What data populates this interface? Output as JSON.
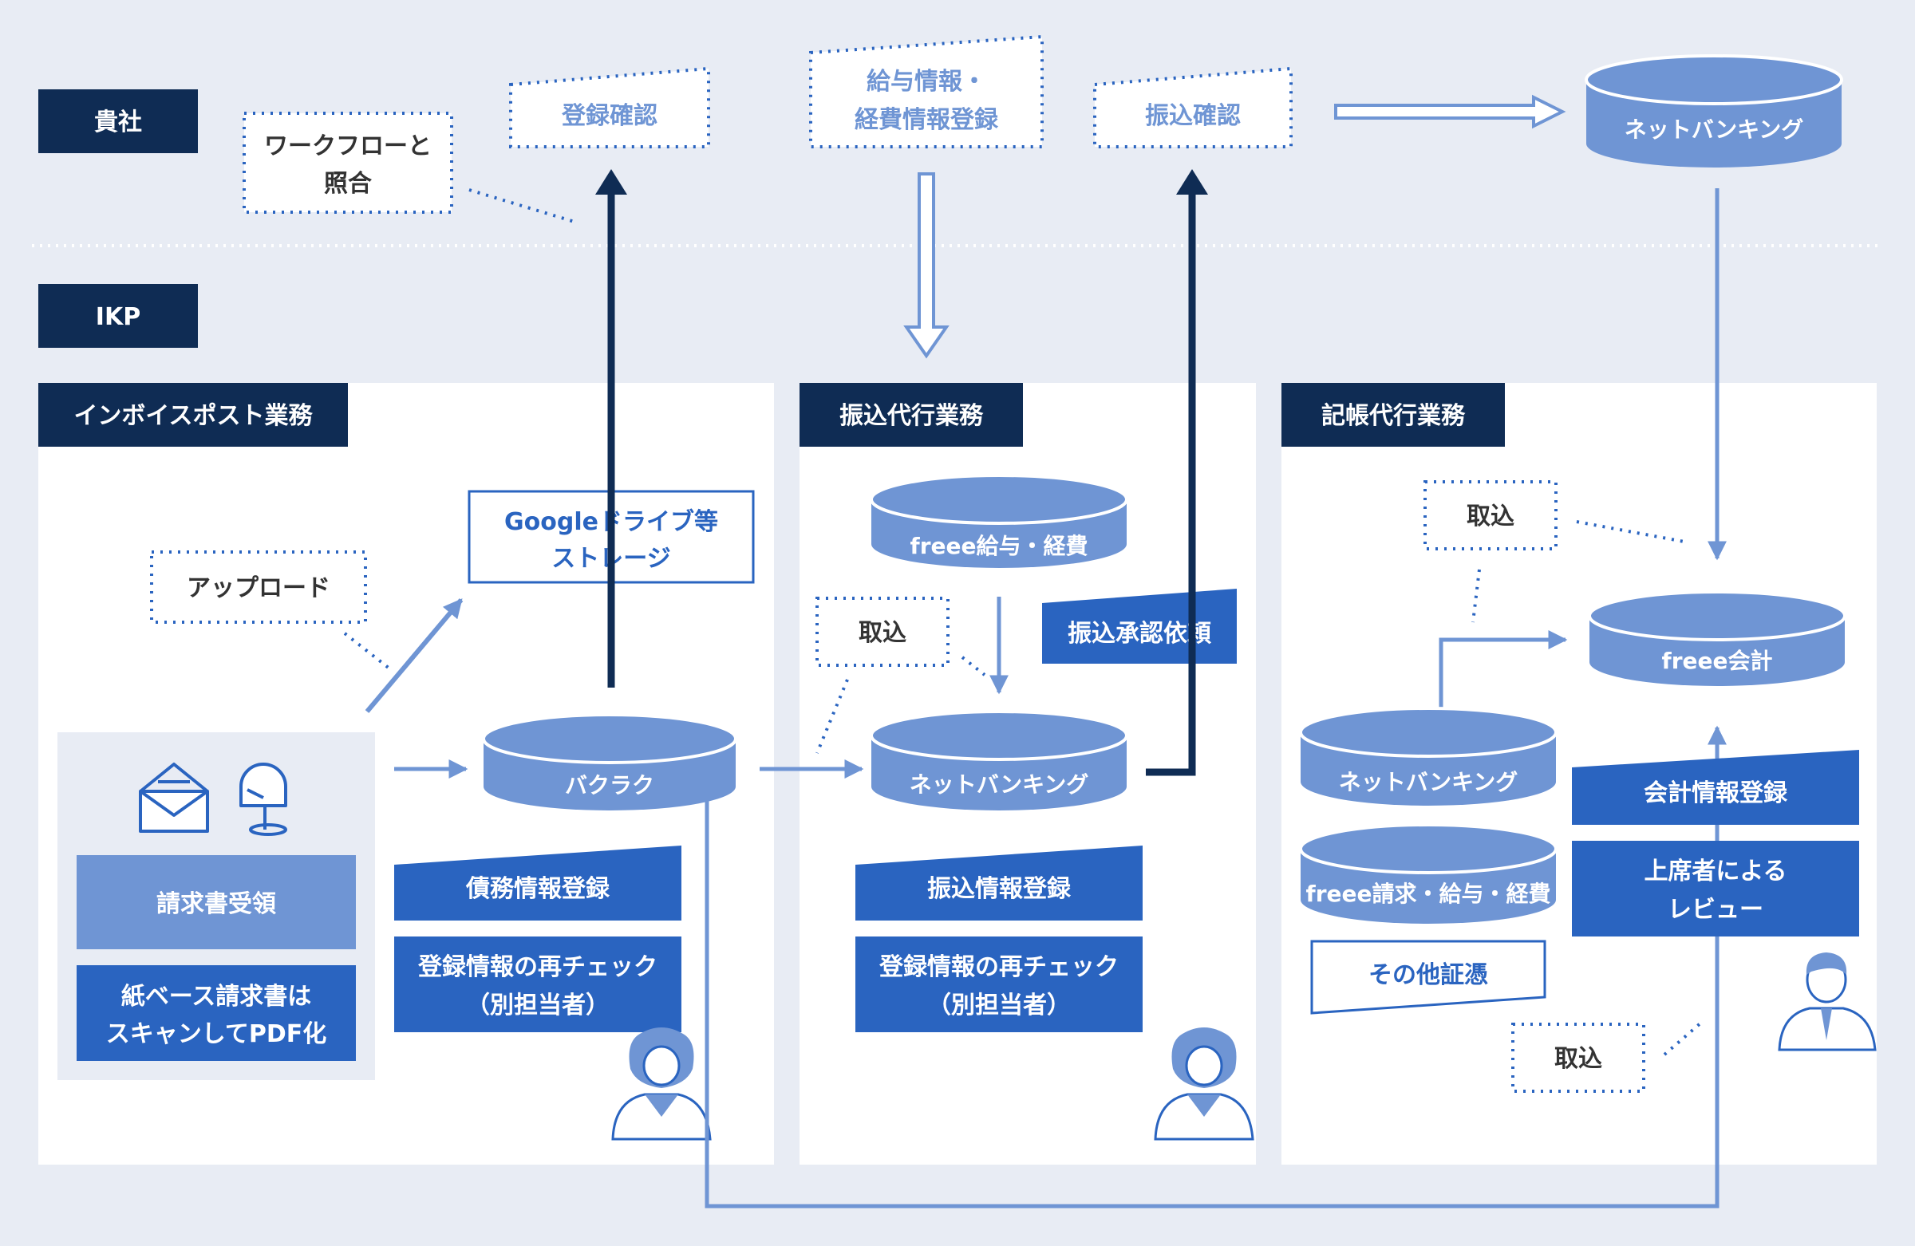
{
  "colors": {
    "background": "#e8ecf4",
    "panel": "#ffffff",
    "navy": "#0f2c54",
    "blue": "#2a64c0",
    "light_blue": "#6f95d4",
    "dotted": "#2a64c0",
    "text_dark": "#333333"
  },
  "sections": {
    "client": "貴社",
    "ikp": "IKP"
  },
  "client": {
    "workflow_1": "ワークフローと",
    "workflow_2": "照合",
    "registration_check": "登録確認",
    "payroll_1": "給与情報・",
    "payroll_2": "経費情報登録",
    "transfer_check": "振込確認",
    "net_banking": "ネットバンキング"
  },
  "invoice_post": {
    "title": "インボイスポスト業務",
    "upload": "アップロード",
    "storage_1": "Googleドライブ等",
    "storage_2": "ストレージ",
    "bakuraku": "バクラク",
    "invoice_receipt": "請求書受領",
    "paper_1": "紙ベース請求書は",
    "paper_2": "スキャンしてPDF化",
    "debt_registration": "債務情報登録",
    "recheck_1": "登録情報の再チェック",
    "recheck_2": "（別担当者）",
    "icons": [
      "mail-envelope-icon",
      "mailbox-icon",
      "female-staff-icon"
    ]
  },
  "transfer_agency": {
    "title": "振込代行業務",
    "freee_payroll": "freee給与・経費",
    "import": "取込",
    "approval_request": "振込承認依頼",
    "net_banking": "ネットバンキング",
    "transfer_registration": "振込情報登録",
    "recheck_1": "登録情報の再チェック",
    "recheck_2": "（別担当者）",
    "icons": [
      "female-staff-icon"
    ]
  },
  "bookkeeping": {
    "title": "記帳代行業務",
    "import_top": "取込",
    "freee_accounting": "freee会計",
    "net_banking": "ネットバンキング",
    "freee_invoice": "freee請求・給与・経費",
    "other_vouchers": "その他証憑",
    "accounting_registration": "会計情報登録",
    "review_1": "上席者による",
    "review_2": "レビュー",
    "import_bottom": "取込",
    "icons": [
      "male-staff-icon"
    ]
  }
}
